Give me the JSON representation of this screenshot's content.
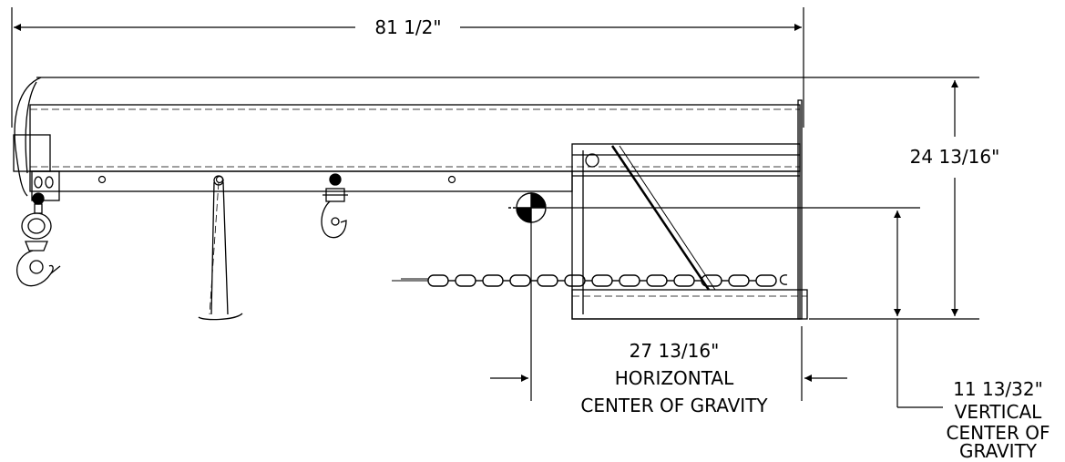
{
  "dimensions": {
    "overall_length": "81 1/2\"",
    "overall_height": "24 13/16\"",
    "horizontal_cog": {
      "value": "27 13/16\"",
      "line1": "HORIZONTAL",
      "line2": "CENTER OF GRAVITY"
    },
    "vertical_cog": {
      "value": "11 13/32\"",
      "line1": "VERTICAL",
      "line2": "CENTER OF",
      "line3": "GRAVITY"
    }
  }
}
